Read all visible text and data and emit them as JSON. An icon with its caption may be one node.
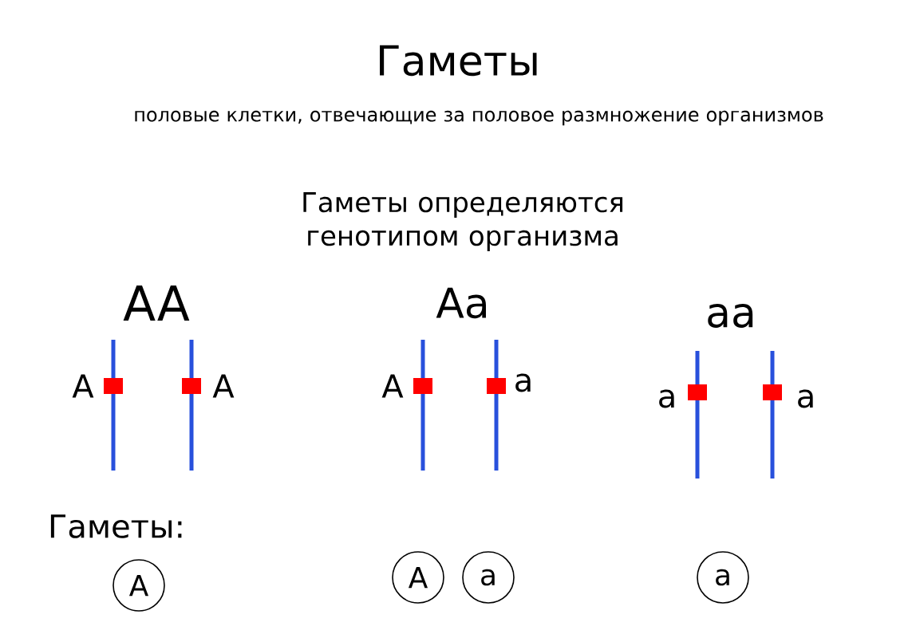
{
  "diagram": {
    "title": "Гаметы",
    "nodes": [
      {
        "text": [
          "A"
        ]
      },
      {
        "text": [
          "A"
        ]
      },
      {
        "text": [
          "a"
        ]
      },
      {
        "text": [
          "a"
        ]
      }
    ],
    "labels": [
      "половые клетки, отвечающие за половое размножение организмов",
      "Гаметы определяются генотипом организма",
      "AA",
      "Aa",
      "aa",
      "A",
      "A",
      "A",
      "a",
      "a",
      "a",
      "Гаметы:"
    ]
  }
}
